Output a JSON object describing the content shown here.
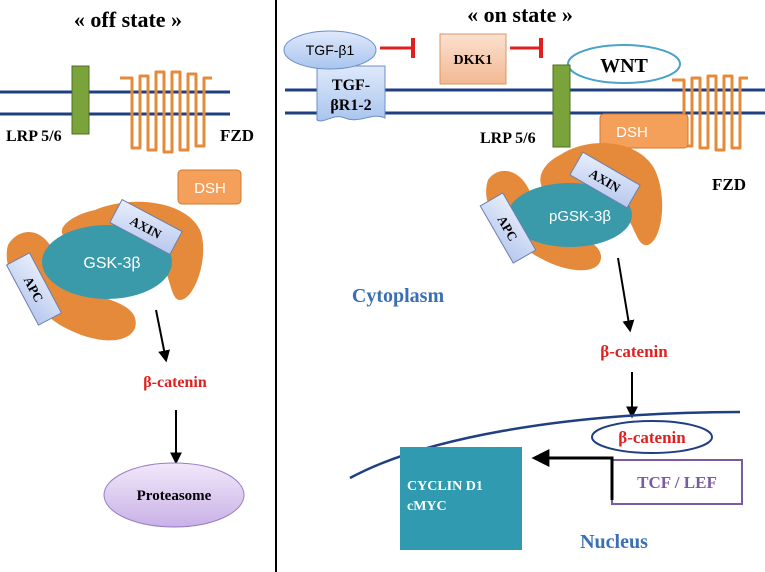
{
  "colors": {
    "membrane": "#1f3f82",
    "lrp_green": "#7aa33c",
    "fzd_orange": "#e58a3a",
    "dsh_fill": "#f5a05a",
    "axin_fill": "#c5d3f0",
    "gsk_fill": "#3a9aaa",
    "beta_catenin_red": "#e21f1f",
    "inhibit_red": "#e21f1f",
    "tgf_fill": "#a9c5ee",
    "dkk_fill": "#f6c1a1",
    "wnt_stroke": "#4aa3c8",
    "proteasome_fill": "#d7c3ee",
    "cyclin_fill": "#2f9ab0",
    "tcf_stroke": "#7a5aa3",
    "blue_label": "#3b6fb5",
    "divider": "#000000"
  },
  "off_state": {
    "title": "« off state »",
    "lrp_label": "LRP 5/6",
    "fzd_label": "FZD",
    "dsh_label": "DSH",
    "axin_label": "AXIN",
    "gsk_label": "GSK-3β",
    "apc_label": "APC",
    "beta_catenin_label": "β-catenin",
    "proteasome_label": "Proteasome"
  },
  "on_state": {
    "title": "« on state »",
    "tgf_b1_label": "TGF-β1",
    "tgf_receptor_line1": "TGF-",
    "tgf_receptor_line2": "βR1-2",
    "dkk1_label": "DKK1",
    "wnt_label": "WNT",
    "lrp_label": "LRP 5/6",
    "dsh_label": "DSH",
    "fzd_label": "FZD",
    "axin_label": "AXIN",
    "pgsk_label": "pGSK-3β",
    "apc_label": "APC",
    "cytoplasm_label": "Cytoplasm",
    "beta_catenin_label": "β-catenin",
    "nuclear_beta_catenin_label": "β-catenin",
    "tcf_lef_label": "TCF / LEF",
    "cyclin_line1": "CYCLIN D1",
    "cyclin_line2": "cMYC",
    "nucleus_label": "Nucleus"
  }
}
